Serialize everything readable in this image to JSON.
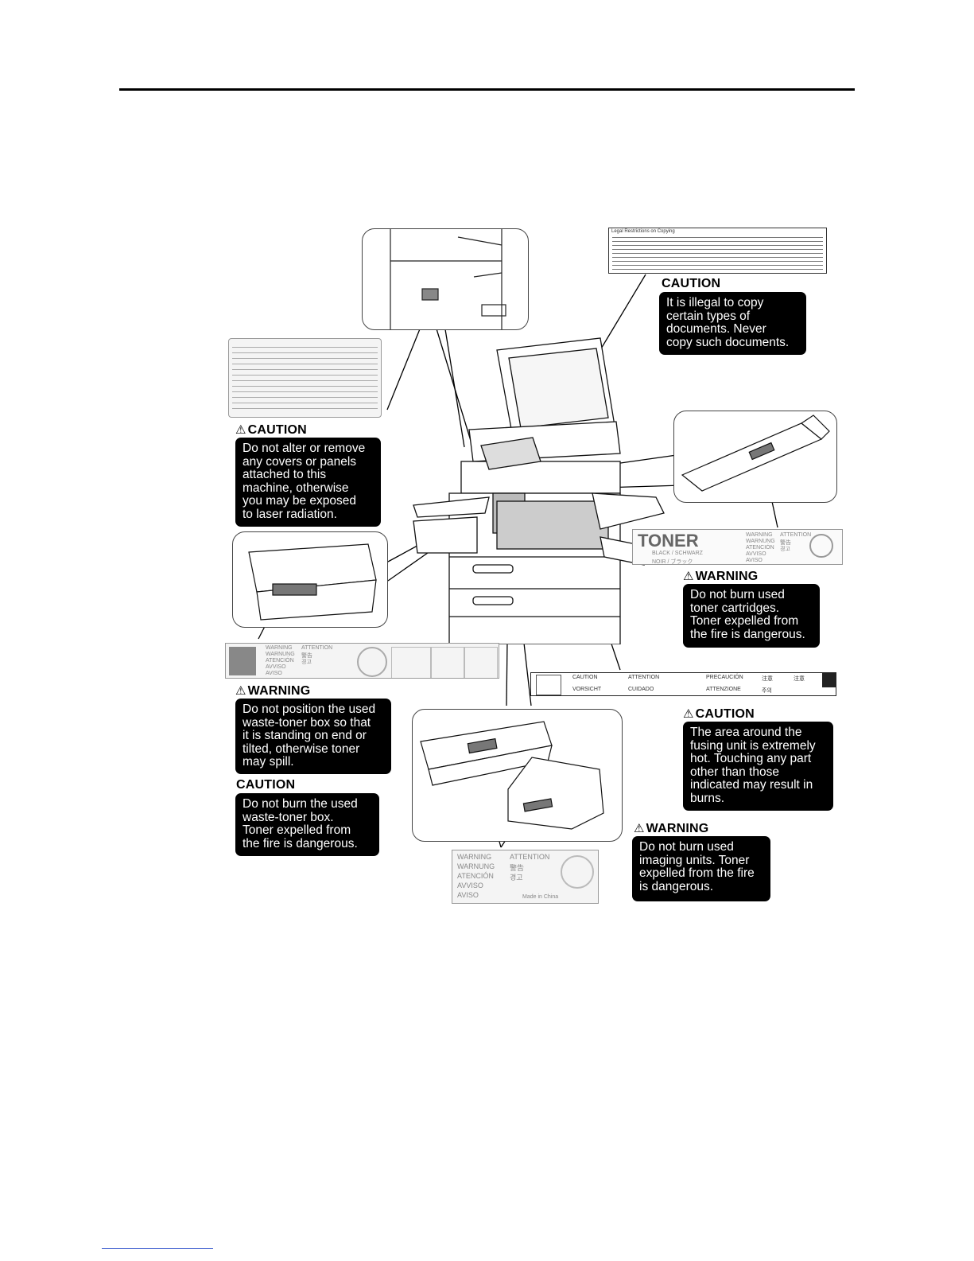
{
  "warnings": [
    {
      "id": "copy",
      "heading": "CAUTION",
      "icon": false,
      "lines": [
        "It is illegal to copy",
        "certain types of",
        "documents. Never",
        "copy such documents."
      ]
    },
    {
      "id": "laser",
      "heading": "CAUTION",
      "icon": true,
      "lines": [
        "Do not alter or remove",
        "any covers or panels",
        "attached to this",
        "machine, otherwise",
        "you may be exposed",
        "to laser radiation."
      ]
    },
    {
      "id": "toner",
      "heading": "WARNING",
      "icon": true,
      "lines": [
        "Do not burn used",
        "toner cartridges.",
        "Toner expelled from",
        "the fire is dangerous."
      ]
    },
    {
      "id": "waste-position",
      "heading": "WARNING",
      "icon": true,
      "lines": [
        "Do not position the used",
        "waste-toner box so that",
        "it is standing on end or",
        "tilted, otherwise toner",
        "may spill."
      ]
    },
    {
      "id": "fusing",
      "heading": "CAUTION",
      "icon": true,
      "lines": [
        "The area around the",
        "fusing unit is extremely",
        "hot. Touching any part",
        "other than those",
        "indicated may result in",
        "burns."
      ]
    },
    {
      "id": "waste-burn",
      "heading": "CAUTION",
      "icon": false,
      "lines": [
        "Do not burn the used",
        "waste-toner box.",
        "Toner expelled from",
        "the fire is dangerous."
      ]
    },
    {
      "id": "imaging",
      "heading": "WARNING",
      "icon": true,
      "lines": [
        "Do not burn used",
        "imaging units. Toner",
        "expelled from the fire",
        "is dangerous."
      ]
    }
  ],
  "labels": {
    "legal_title": "Legal Restrictions on Copying",
    "toner_title": "TONER",
    "toner_color": "BLACK / SCHWARZ",
    "toner_color2": "NOIR / ブラック",
    "toner_warn": [
      "WARNING",
      "WARNUNG",
      "ATENCIÓN",
      "AVVISO",
      "AVISO"
    ],
    "toner_attn": [
      "ATTENTION",
      "警告",
      "경고"
    ],
    "fusing_cells": [
      "CAUTION",
      "ATTENTION",
      "PRECAUCIÓN",
      "注意",
      "注意",
      "VORSICHT",
      "CUIDADO",
      "ATTENZIONE",
      "주의"
    ],
    "waste_warn": [
      "WARNING",
      "WARNUNG",
      "ATENCIÓN",
      "AVVISO",
      "AVISO"
    ],
    "waste_attn": [
      "ATTENTION",
      "警告",
      "경고"
    ],
    "imaging_warn": [
      "WARNING",
      "WARNUNG",
      "ATENCIÓN",
      "AVVISO",
      "AVISO"
    ],
    "imaging_attn": [
      "ATTENTION",
      "警告",
      "경고"
    ],
    "made_in": "Made in China"
  }
}
